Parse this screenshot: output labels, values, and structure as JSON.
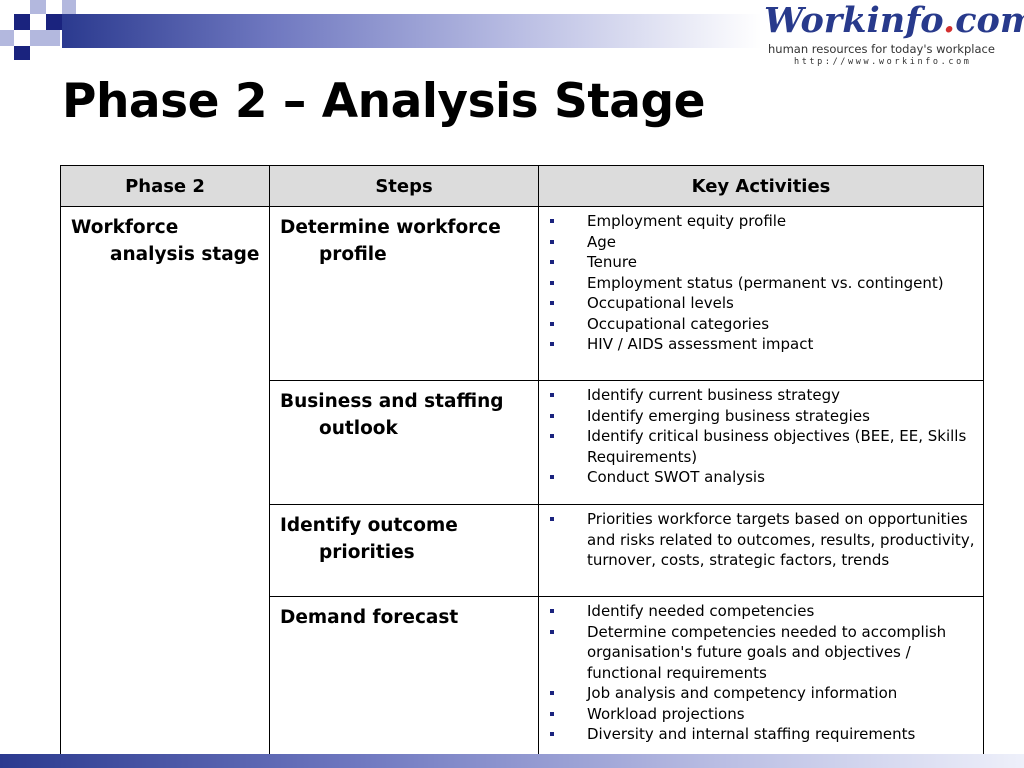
{
  "logo": {
    "name_main": "Workinfo",
    "name_dot": ".",
    "name_tld": "com",
    "tagline": "human resources for today's workplace",
    "url": "http://www.workinfo.com"
  },
  "title": "Phase 2 – Analysis Stage",
  "table": {
    "headers": [
      "Phase 2",
      "Steps",
      "Key Activities"
    ],
    "phase": "Workforce analysis stage",
    "rows": [
      {
        "step": "Determine workforce profile",
        "activities": [
          "Employment equity profile",
          "Age",
          "Tenure",
          "Employment status (permanent vs. contingent)",
          "Occupational levels",
          "Occupational categories",
          "HIV / AIDS assessment impact"
        ]
      },
      {
        "step": "Business and staffing outlook",
        "activities": [
          "Identify current business strategy",
          "Identify emerging business strategies",
          "Identify critical business objectives (BEE, EE, Skills Requirements)",
          "Conduct SWOT analysis"
        ]
      },
      {
        "step": "Identify outcome priorities",
        "activities": [
          "Priorities workforce targets based on opportunities and risks related to outcomes, results, productivity, turnover, costs, strategic factors, trends"
        ]
      },
      {
        "step": "Demand forecast",
        "activities": [
          "Identify needed competencies",
          "Determine competencies needed to accomplish organisation's future goals and objectives / functional requirements",
          "Job analysis and competency information",
          "Workload projections",
          "Diversity and internal staffing requirements"
        ]
      }
    ]
  },
  "colors": {
    "accent_navy": "#1a237e",
    "accent_lavender": "#b3b8de",
    "header_fill": "#dcdcdc"
  }
}
